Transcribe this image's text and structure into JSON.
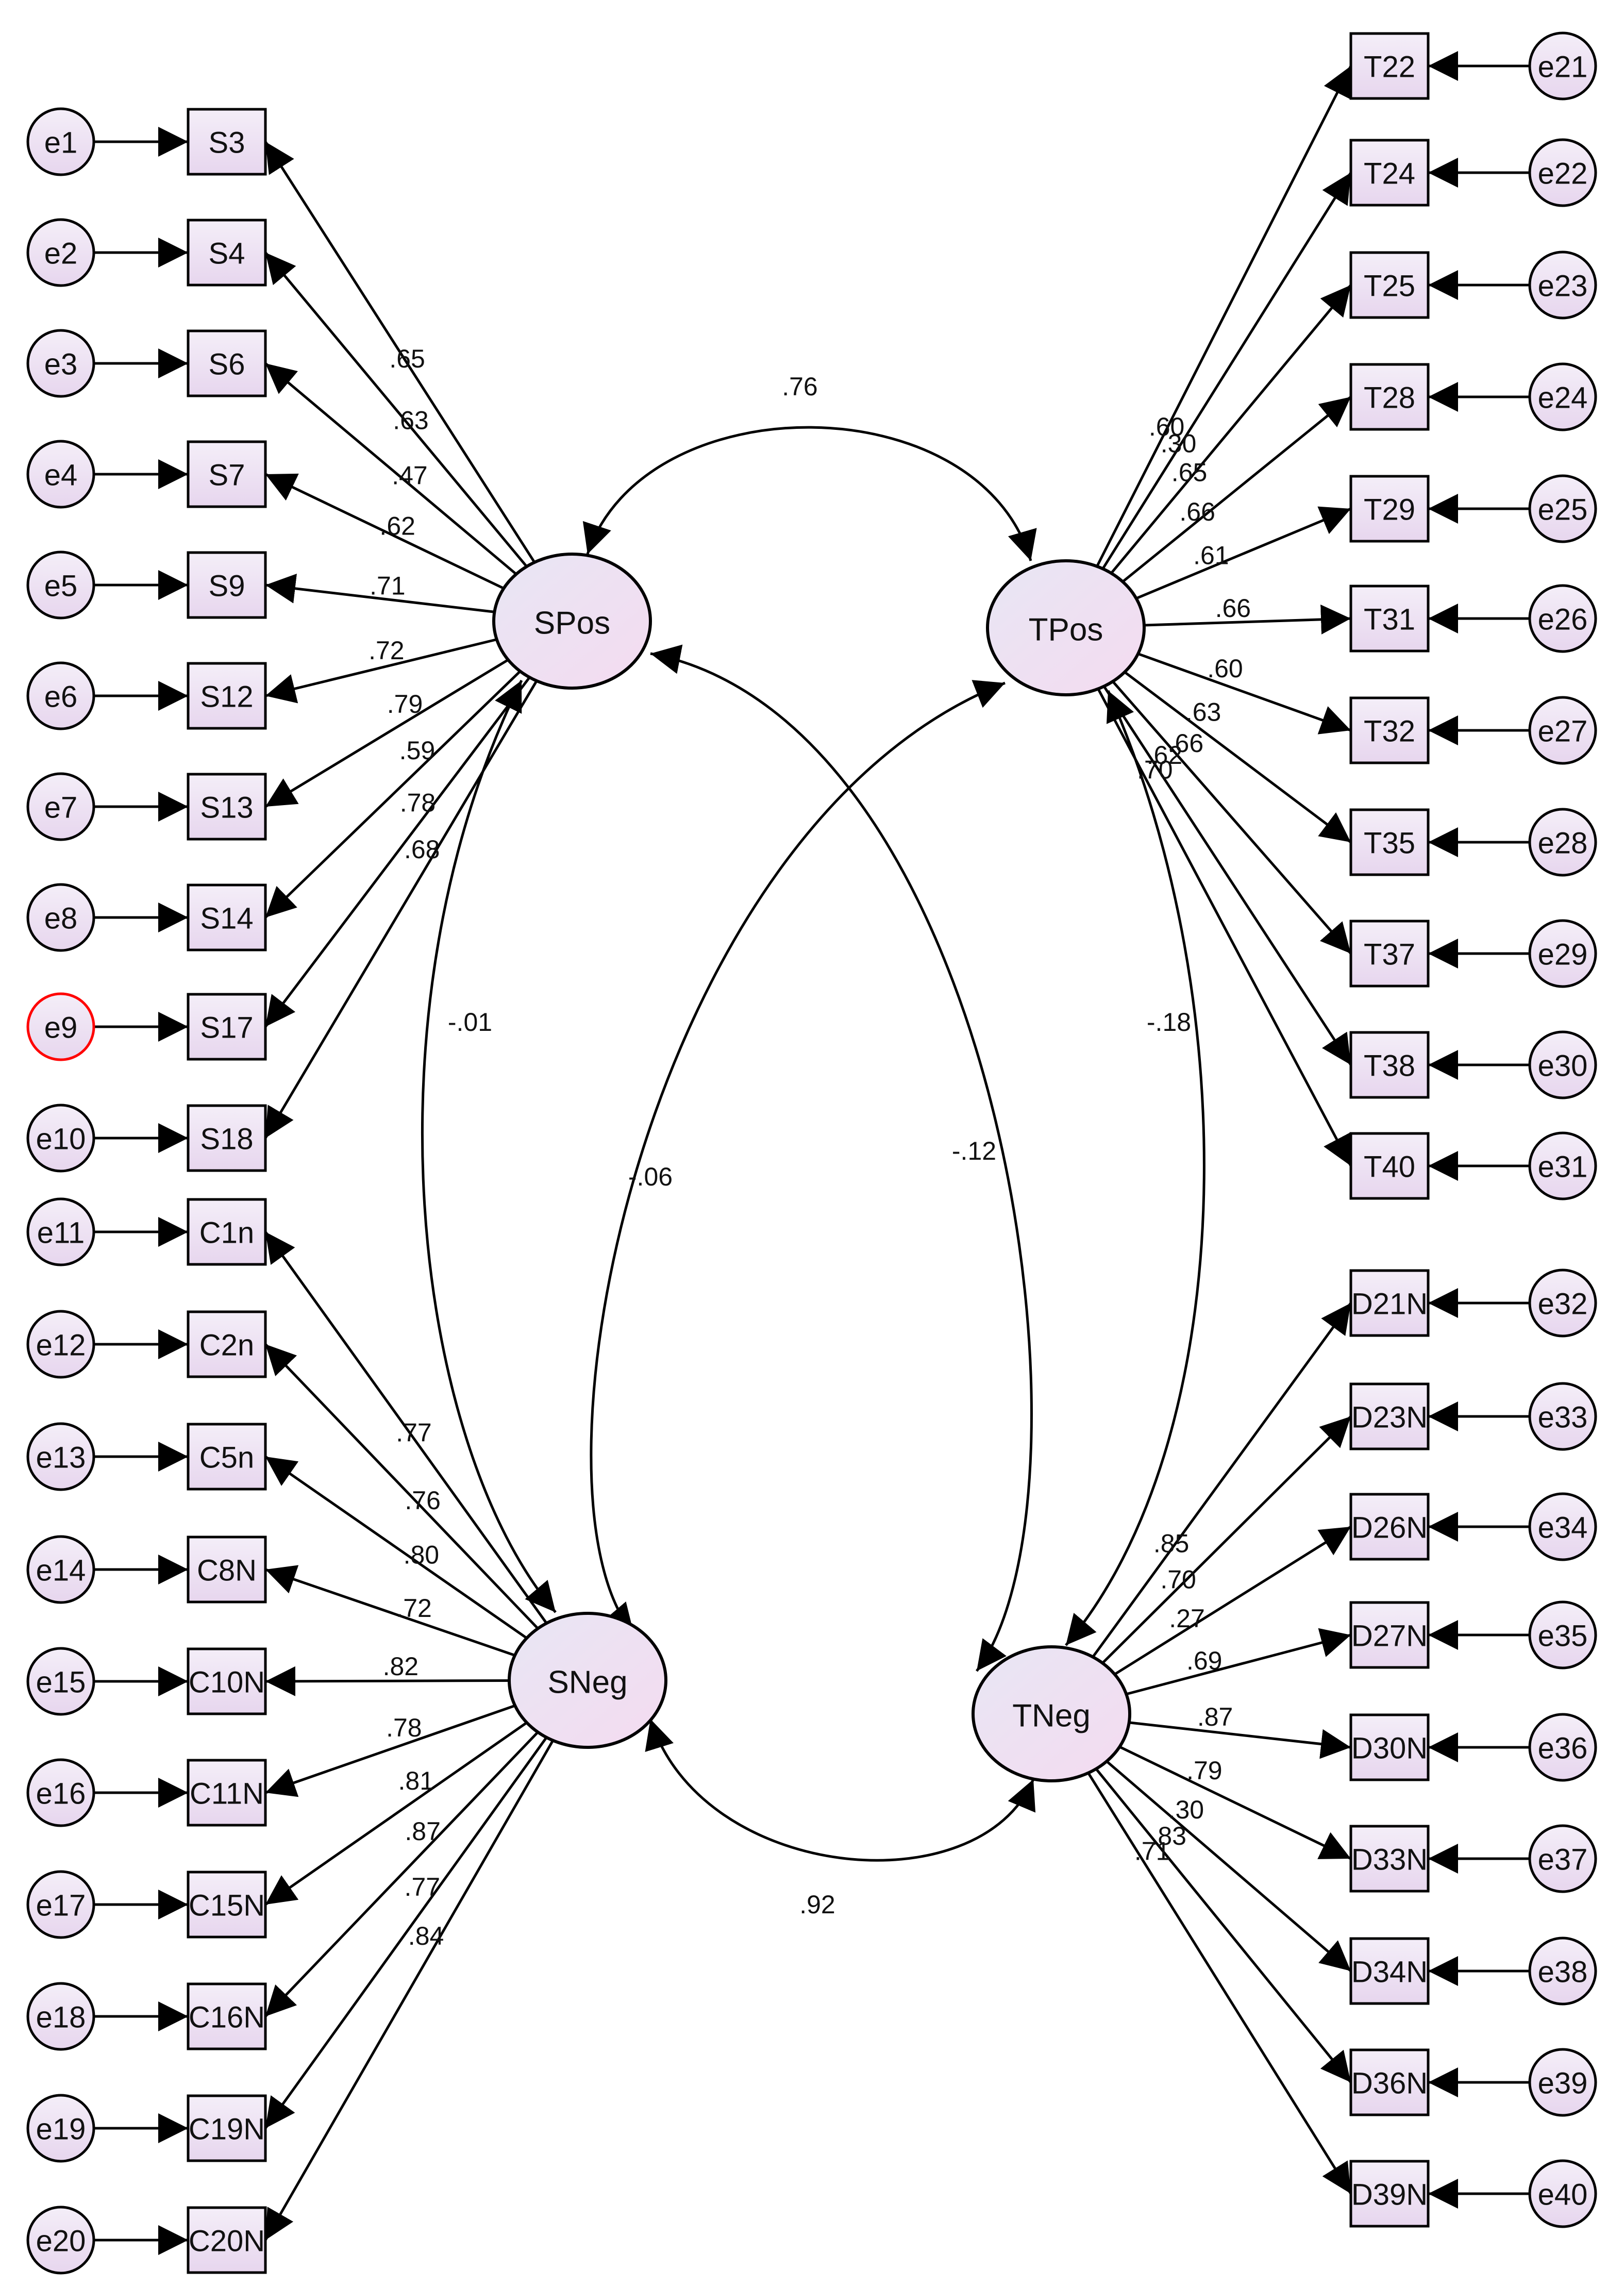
{
  "diagram": {
    "style": {
      "node_fill_top": "#f4eef8",
      "node_fill_bottom": "#e7d6ee",
      "latent_fill_top": "#e8e6f4",
      "latent_fill_bottom": "#f4dbf0",
      "stroke": "#000000",
      "highlight_stroke": "#ff0000",
      "background": "#ffffff"
    },
    "latents": [
      {
        "id": "SPos",
        "label": "SPos"
      },
      {
        "id": "TPos",
        "label": "TPos"
      },
      {
        "id": "SNeg",
        "label": "SNeg"
      },
      {
        "id": "TNeg",
        "label": "TNeg"
      }
    ],
    "left_indicators": [
      {
        "label": "S3",
        "error": "e1",
        "factor": "SPos",
        "loading": ".65"
      },
      {
        "label": "S4",
        "error": "e2",
        "factor": "SPos",
        "loading": ".63"
      },
      {
        "label": "S6",
        "error": "e3",
        "factor": "SPos",
        "loading": ".47"
      },
      {
        "label": "S7",
        "error": "e4",
        "factor": "SPos",
        "loading": ".62"
      },
      {
        "label": "S9",
        "error": "e5",
        "factor": "SPos",
        "loading": ".71"
      },
      {
        "label": "S12",
        "error": "e6",
        "factor": "SPos",
        "loading": ".72"
      },
      {
        "label": "S13",
        "error": "e7",
        "factor": "SPos",
        "loading": ".79"
      },
      {
        "label": "S14",
        "error": "e8",
        "factor": "SPos",
        "loading": ".59"
      },
      {
        "label": "S17",
        "error": "e9",
        "factor": "SPos",
        "loading": ".78",
        "highlight": true
      },
      {
        "label": "S18",
        "error": "e10",
        "factor": "SPos",
        "loading": ".68"
      },
      {
        "label": "C1n",
        "error": "e11",
        "factor": "SNeg",
        "loading": ".77"
      },
      {
        "label": "C2n",
        "error": "e12",
        "factor": "SNeg",
        "loading": ".76"
      },
      {
        "label": "C5n",
        "error": "e13",
        "factor": "SNeg",
        "loading": ".80"
      },
      {
        "label": "C8N",
        "error": "e14",
        "factor": "SNeg",
        "loading": ".72"
      },
      {
        "label": "C10N",
        "error": "e15",
        "factor": "SNeg",
        "loading": ".82"
      },
      {
        "label": "C11N",
        "error": "e16",
        "factor": "SNeg",
        "loading": ".78"
      },
      {
        "label": "C15N",
        "error": "e17",
        "factor": "SNeg",
        "loading": ".81"
      },
      {
        "label": "C16N",
        "error": "e18",
        "factor": "SNeg",
        "loading": ".87"
      },
      {
        "label": "C19N",
        "error": "e19",
        "factor": "SNeg",
        "loading": ".77"
      },
      {
        "label": "C20N",
        "error": "e20",
        "factor": "SNeg",
        "loading": ".84"
      }
    ],
    "right_indicators": [
      {
        "label": "T22",
        "error": "e21",
        "factor": "TPos",
        "loading": ".60"
      },
      {
        "label": "T24",
        "error": "e22",
        "factor": "TPos",
        "loading": ".30"
      },
      {
        "label": "T25",
        "error": "e23",
        "factor": "TPos",
        "loading": ".65"
      },
      {
        "label": "T28",
        "error": "e24",
        "factor": "TPos",
        "loading": ".66"
      },
      {
        "label": "T29",
        "error": "e25",
        "factor": "TPos",
        "loading": ".61"
      },
      {
        "label": "T31",
        "error": "e26",
        "factor": "TPos",
        "loading": ".66"
      },
      {
        "label": "T32",
        "error": "e27",
        "factor": "TPos",
        "loading": ".60"
      },
      {
        "label": "T35",
        "error": "e28",
        "factor": "TPos",
        "loading": ".63"
      },
      {
        "label": "T37",
        "error": "e29",
        "factor": "TPos",
        "loading": ".66"
      },
      {
        "label": "T38",
        "error": "e30",
        "factor": "TPos",
        "loading": ".62"
      },
      {
        "label": "T40",
        "error": "e31",
        "factor": "TPos",
        "loading": ".70"
      },
      {
        "label": "D21N",
        "error": "e32",
        "factor": "TNeg",
        "loading": ".85"
      },
      {
        "label": "D23N",
        "error": "e33",
        "factor": "TNeg",
        "loading": ".70"
      },
      {
        "label": "D26N",
        "error": "e34",
        "factor": "TNeg",
        "loading": ".27"
      },
      {
        "label": "D27N",
        "error": "e35",
        "factor": "TNeg",
        "loading": ".69"
      },
      {
        "label": "D30N",
        "error": "e36",
        "factor": "TNeg",
        "loading": ".87"
      },
      {
        "label": "D33N",
        "error": "e37",
        "factor": "TNeg",
        "loading": ".79"
      },
      {
        "label": "D34N",
        "error": "e38",
        "factor": "TNeg",
        "loading": ".30"
      },
      {
        "label": "D36N",
        "error": "e39",
        "factor": "TNeg",
        "loading": ".83"
      },
      {
        "label": "D39N",
        "error": "e40",
        "factor": "TNeg",
        "loading": ".71"
      }
    ],
    "correlations": [
      {
        "from": "SPos",
        "to": "TPos",
        "value": ".76"
      },
      {
        "from": "SNeg",
        "to": "TNeg",
        "value": ".92"
      },
      {
        "from": "SPos",
        "to": "SNeg",
        "value": "-.01"
      },
      {
        "from": "TPos",
        "to": "TNeg",
        "value": "-.18"
      },
      {
        "from": "TPos",
        "to": "SNeg",
        "value": "-.06"
      },
      {
        "from": "SPos",
        "to": "TNeg",
        "value": "-.12"
      }
    ]
  }
}
